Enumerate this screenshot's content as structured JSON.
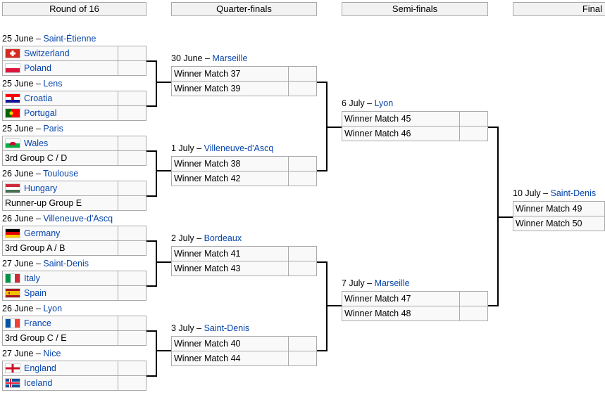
{
  "headers": [
    "Round of 16",
    "Quarter-finals",
    "Semi-finals",
    "Final"
  ],
  "round_of_16": [
    {
      "date": "25 June",
      "venue": "Saint-Étienne",
      "teams": [
        {
          "name": "Switzerland",
          "flag": "flag-switzerland-icon",
          "link": true
        },
        {
          "name": "Poland",
          "flag": "flag-poland-icon",
          "link": true
        }
      ]
    },
    {
      "date": "25 June",
      "venue": "Lens",
      "teams": [
        {
          "name": "Croatia",
          "flag": "flag-croatia-icon",
          "link": true
        },
        {
          "name": "Portugal",
          "flag": "flag-portugal-icon",
          "link": true
        }
      ]
    },
    {
      "date": "25 June",
      "venue": "Paris",
      "teams": [
        {
          "name": "Wales",
          "flag": "flag-wales-icon",
          "link": true
        },
        {
          "name": "3rd Group C / D",
          "flag": "",
          "link": false
        }
      ]
    },
    {
      "date": "26 June",
      "venue": "Toulouse",
      "teams": [
        {
          "name": "Hungary",
          "flag": "flag-hungary-icon",
          "link": true
        },
        {
          "name": "Runner-up Group E",
          "flag": "",
          "link": false
        }
      ]
    },
    {
      "date": "26 June",
      "venue": "Villeneuve-d'Ascq",
      "teams": [
        {
          "name": "Germany",
          "flag": "flag-germany-icon",
          "link": true
        },
        {
          "name": "3rd Group A / B",
          "flag": "",
          "link": false
        }
      ]
    },
    {
      "date": "27 June",
      "venue": "Saint-Denis",
      "teams": [
        {
          "name": "Italy",
          "flag": "flag-italy-icon",
          "link": true
        },
        {
          "name": "Spain",
          "flag": "flag-spain-icon",
          "link": true
        }
      ]
    },
    {
      "date": "26 June",
      "venue": "Lyon",
      "teams": [
        {
          "name": "France",
          "flag": "flag-france-icon",
          "link": true
        },
        {
          "name": "3rd Group C / E",
          "flag": "",
          "link": false
        }
      ]
    },
    {
      "date": "27 June",
      "venue": "Nice",
      "teams": [
        {
          "name": "England",
          "flag": "flag-england-icon",
          "link": true
        },
        {
          "name": "Iceland",
          "flag": "flag-iceland-icon",
          "link": true
        }
      ]
    }
  ],
  "quarter_finals": [
    {
      "date": "30 June",
      "venue": "Marseille",
      "teams": [
        "Winner Match 37",
        "Winner Match 39"
      ]
    },
    {
      "date": "1 July",
      "venue": "Villeneuve-d'Ascq",
      "teams": [
        "Winner Match 38",
        "Winner Match 42"
      ]
    },
    {
      "date": "2 July",
      "venue": "Bordeaux",
      "teams": [
        "Winner Match 41",
        "Winner Match 43"
      ]
    },
    {
      "date": "3 July",
      "venue": "Saint-Denis",
      "teams": [
        "Winner Match 40",
        "Winner Match 44"
      ]
    }
  ],
  "semi_finals": [
    {
      "date": "6 July",
      "venue": "Lyon",
      "teams": [
        "Winner Match 45",
        "Winner Match 46"
      ]
    },
    {
      "date": "7 July",
      "venue": "Marseille",
      "teams": [
        "Winner Match 47",
        "Winner Match 48"
      ]
    }
  ],
  "final": {
    "date": "10 July",
    "venue": "Saint-Denis",
    "teams": [
      "Winner Match 49",
      "Winner Match 50"
    ]
  },
  "date_sep": " – "
}
